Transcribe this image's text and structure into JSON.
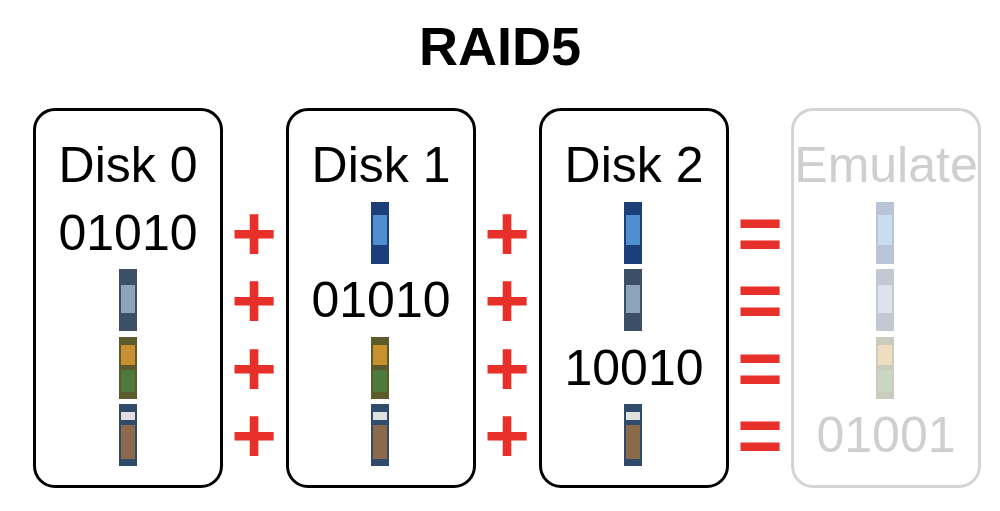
{
  "diagram": {
    "title": "RAID5",
    "nodes": [
      {
        "text": [
          "Disk 0",
          "01010"
        ]
      },
      {
        "text": [
          "Disk 1",
          "01010"
        ]
      },
      {
        "text": [
          "Disk 2",
          "10010"
        ]
      },
      {
        "text": [
          "Emulate",
          "01001"
        ]
      }
    ],
    "labels": [
      "+",
      "+",
      "=",
      "+",
      "+",
      "=",
      "+",
      "+",
      "=",
      "+",
      "+",
      "="
    ]
  }
}
